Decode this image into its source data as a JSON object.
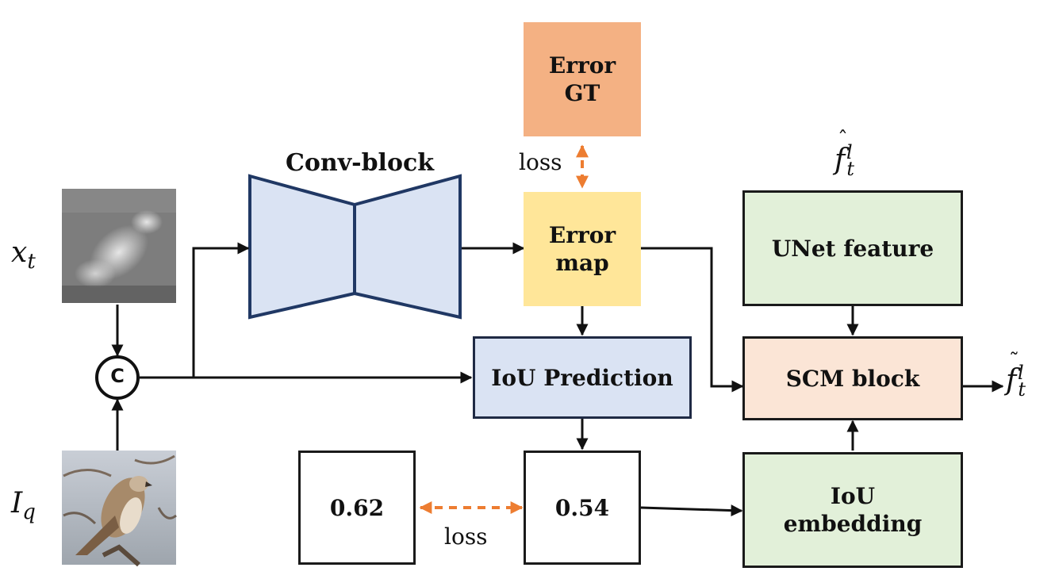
{
  "inputs": {
    "x_label": "x",
    "x_sub": "t",
    "i_label": "I",
    "i_sub": "q"
  },
  "concat_symbol": "C",
  "conv_block": {
    "label": "Conv-block"
  },
  "error_gt": {
    "line1": "Error",
    "line2": "GT"
  },
  "error_map": {
    "line1": "Error",
    "line2": "map"
  },
  "iou_prediction": {
    "label": "IoU Prediction"
  },
  "unet_feature": {
    "label": "UNet feature"
  },
  "scm_block": {
    "label": "SCM block"
  },
  "iou_embedding": {
    "line1": "IoU",
    "line2": "embedding"
  },
  "gt_iou_value": "0.62",
  "pred_iou_value": "0.54",
  "loss_top": "loss",
  "loss_bottom": "loss",
  "f_hat": {
    "base": "f",
    "sub": "t",
    "sup": "l"
  },
  "f_tilde": {
    "base": "f",
    "sub": "t",
    "sup": "l"
  },
  "colors": {
    "conv_fill": "#dae3f3",
    "error_gt_fill": "#f4b183",
    "error_map_fill": "#ffe699",
    "iou_pred_fill": "#dae3f3",
    "green_fill": "#e2f0d9",
    "scm_fill": "#fbe5d6",
    "loss_arrow": "#ed7d31"
  }
}
